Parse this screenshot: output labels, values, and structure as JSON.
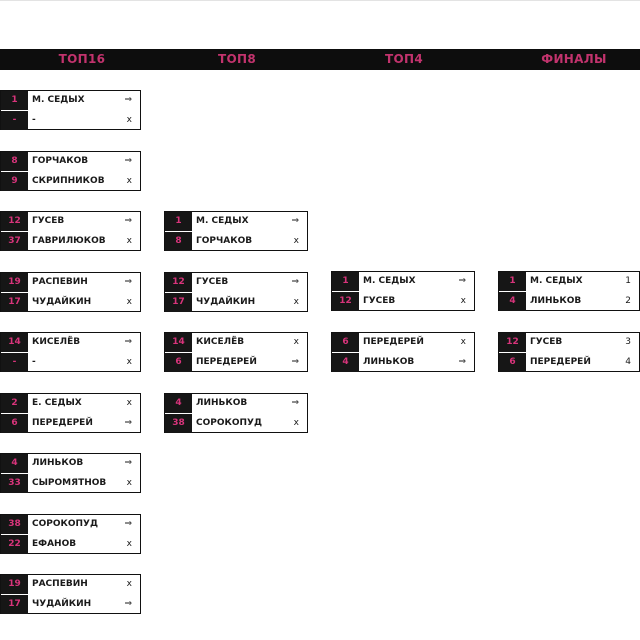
{
  "columns": [
    {
      "title": "ТОП16",
      "matches": [
        {
          "p1": {
            "seed": "1",
            "name": "М. СЕДЫХ",
            "mark": "⇒"
          },
          "p2": {
            "seed": "-",
            "name": "-",
            "mark": "x"
          }
        },
        {
          "p1": {
            "seed": "8",
            "name": "ГОРЧАКОВ",
            "mark": "⇒"
          },
          "p2": {
            "seed": "9",
            "name": "СКРИПНИКОВ",
            "mark": "x"
          }
        },
        {
          "p1": {
            "seed": "12",
            "name": "ГУСЕВ",
            "mark": "⇒"
          },
          "p2": {
            "seed": "37",
            "name": "ГАВРИЛЮКОВ",
            "mark": "x"
          }
        },
        {
          "p1": {
            "seed": "19",
            "name": "РАСПЕВИН",
            "mark": "⇒"
          },
          "p2": {
            "seed": "17",
            "name": "ЧУДАЙКИН",
            "mark": "x"
          }
        },
        {
          "p1": {
            "seed": "14",
            "name": "КИСЕЛЁВ",
            "mark": "⇒"
          },
          "p2": {
            "seed": "-",
            "name": "-",
            "mark": "x"
          }
        },
        {
          "p1": {
            "seed": "2",
            "name": "Е. СЕДЫХ",
            "mark": "x"
          },
          "p2": {
            "seed": "6",
            "name": "ПЕРЕДЕРЕЙ",
            "mark": "⇒"
          }
        },
        {
          "p1": {
            "seed": "4",
            "name": "ЛИНЬКОВ",
            "mark": "⇒"
          },
          "p2": {
            "seed": "33",
            "name": "СЫРОМЯТНОВ",
            "mark": "x"
          }
        },
        {
          "p1": {
            "seed": "38",
            "name": "СОРОКОПУД",
            "mark": "⇒"
          },
          "p2": {
            "seed": "22",
            "name": "ЕФАНОВ",
            "mark": "x"
          }
        },
        {
          "p1": {
            "seed": "19",
            "name": "РАСПЕВИН",
            "mark": "x"
          },
          "p2": {
            "seed": "17",
            "name": "ЧУДАЙКИН",
            "mark": "⇒"
          }
        }
      ]
    },
    {
      "title": "ТОП8",
      "matches": [
        {
          "p1": {
            "seed": "1",
            "name": "М. СЕДЫХ",
            "mark": "⇒"
          },
          "p2": {
            "seed": "8",
            "name": "ГОРЧАКОВ",
            "mark": "x"
          }
        },
        {
          "p1": {
            "seed": "12",
            "name": "ГУСЕВ",
            "mark": "⇒"
          },
          "p2": {
            "seed": "17",
            "name": "ЧУДАЙКИН",
            "mark": "x"
          }
        },
        {
          "p1": {
            "seed": "14",
            "name": "КИСЕЛЁВ",
            "mark": "x"
          },
          "p2": {
            "seed": "6",
            "name": "ПЕРЕДЕРЕЙ",
            "mark": "⇒"
          }
        },
        {
          "p1": {
            "seed": "4",
            "name": "ЛИНЬКОВ",
            "mark": "⇒"
          },
          "p2": {
            "seed": "38",
            "name": "СОРОКОПУД",
            "mark": "x"
          }
        }
      ]
    },
    {
      "title": "ТОП4",
      "matches": [
        {
          "p1": {
            "seed": "1",
            "name": "М. СЕДЫХ",
            "mark": "⇒"
          },
          "p2": {
            "seed": "12",
            "name": "ГУСЕВ",
            "mark": "x"
          }
        },
        {
          "p1": {
            "seed": "6",
            "name": "ПЕРЕДЕРЕЙ",
            "mark": "x"
          },
          "p2": {
            "seed": "4",
            "name": "ЛИНЬКОВ",
            "mark": "⇒"
          }
        }
      ]
    },
    {
      "title": "ФИНАЛЫ",
      "matches": [
        {
          "p1": {
            "seed": "1",
            "name": "М. СЕДЫХ",
            "mark": "1"
          },
          "p2": {
            "seed": "4",
            "name": "ЛИНЬКОВ",
            "mark": "2"
          }
        },
        {
          "p1": {
            "seed": "12",
            "name": "ГУСЕВ",
            "mark": "3"
          },
          "p2": {
            "seed": "6",
            "name": "ПЕРЕДЕРЕЙ",
            "mark": "4"
          }
        }
      ]
    }
  ]
}
